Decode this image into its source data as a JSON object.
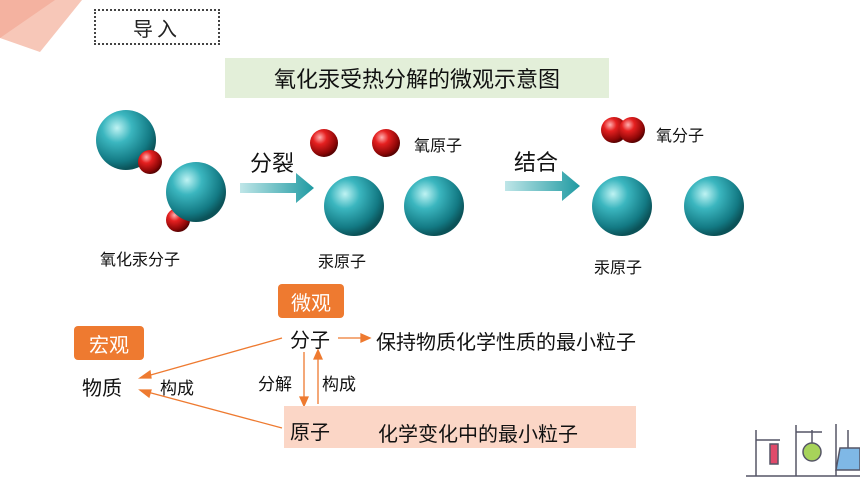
{
  "header": {
    "section_label": "导入"
  },
  "title": "氧化汞受热分解的微观示意图",
  "diagram": {
    "hgo_label": "氧化汞分子",
    "split_label": "分裂",
    "combine_label": "结合",
    "o_atom_label": "氧原子",
    "o2_label": "氧分子",
    "hg_atom_label_1": "汞原子",
    "hg_atom_label_2": "汞原子"
  },
  "concept": {
    "macro_tag": "宏观",
    "micro_tag": "微观",
    "substance": "物质",
    "molecule": "分子",
    "atom": "原子",
    "molecule_desc": "保持物质化学性质的最小粒子",
    "atom_desc": "化学变化中的最小粒子",
    "compose_1": "构成",
    "decompose": "分解",
    "compose_2": "构成"
  },
  "colors": {
    "accent": "#ee7a30",
    "mercury": "#1f8e98",
    "oxygen": "#d01515",
    "title_bg": "#e3efd9",
    "arrow": "#1f9aa2"
  }
}
